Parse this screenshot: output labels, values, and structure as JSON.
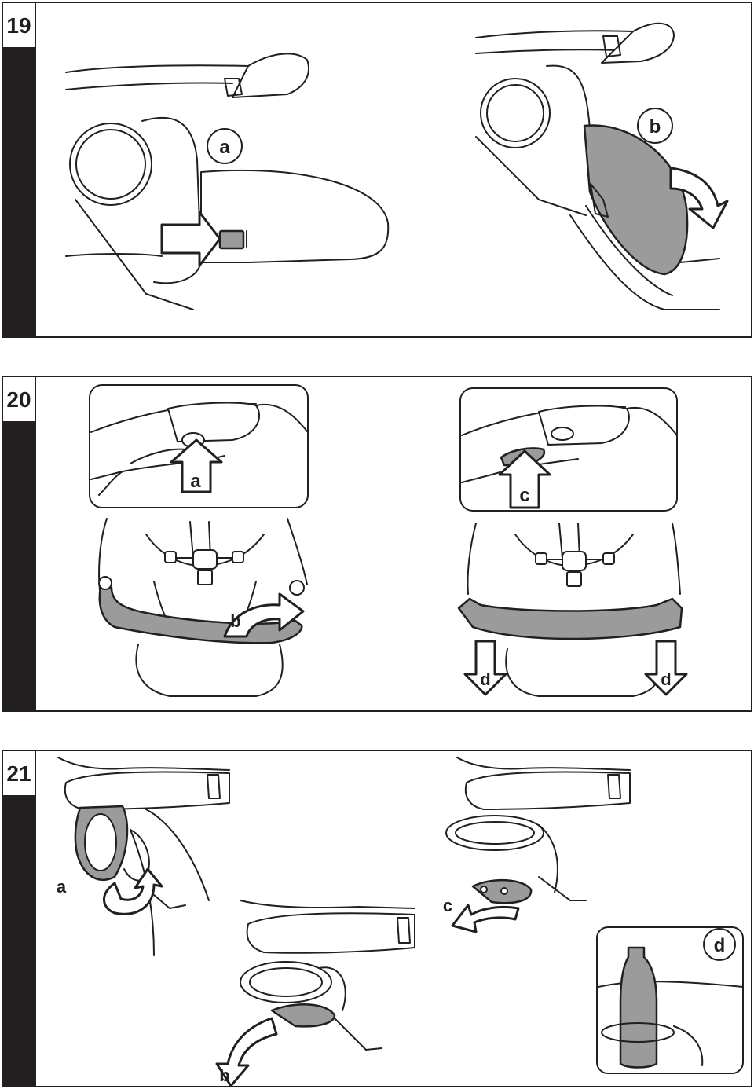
{
  "steps": [
    {
      "number": "19",
      "labels": {
        "a": "a",
        "b": "b"
      }
    },
    {
      "number": "20",
      "labels": {
        "a": "a",
        "b": "b",
        "c": "c",
        "d": "d"
      }
    },
    {
      "number": "21",
      "labels": {
        "a": "a",
        "b": "b",
        "c": "c",
        "d": "d"
      }
    }
  ],
  "colors": {
    "ink": "#231f20",
    "highlight": "#9b9b9b",
    "paper": "#ffffff"
  }
}
